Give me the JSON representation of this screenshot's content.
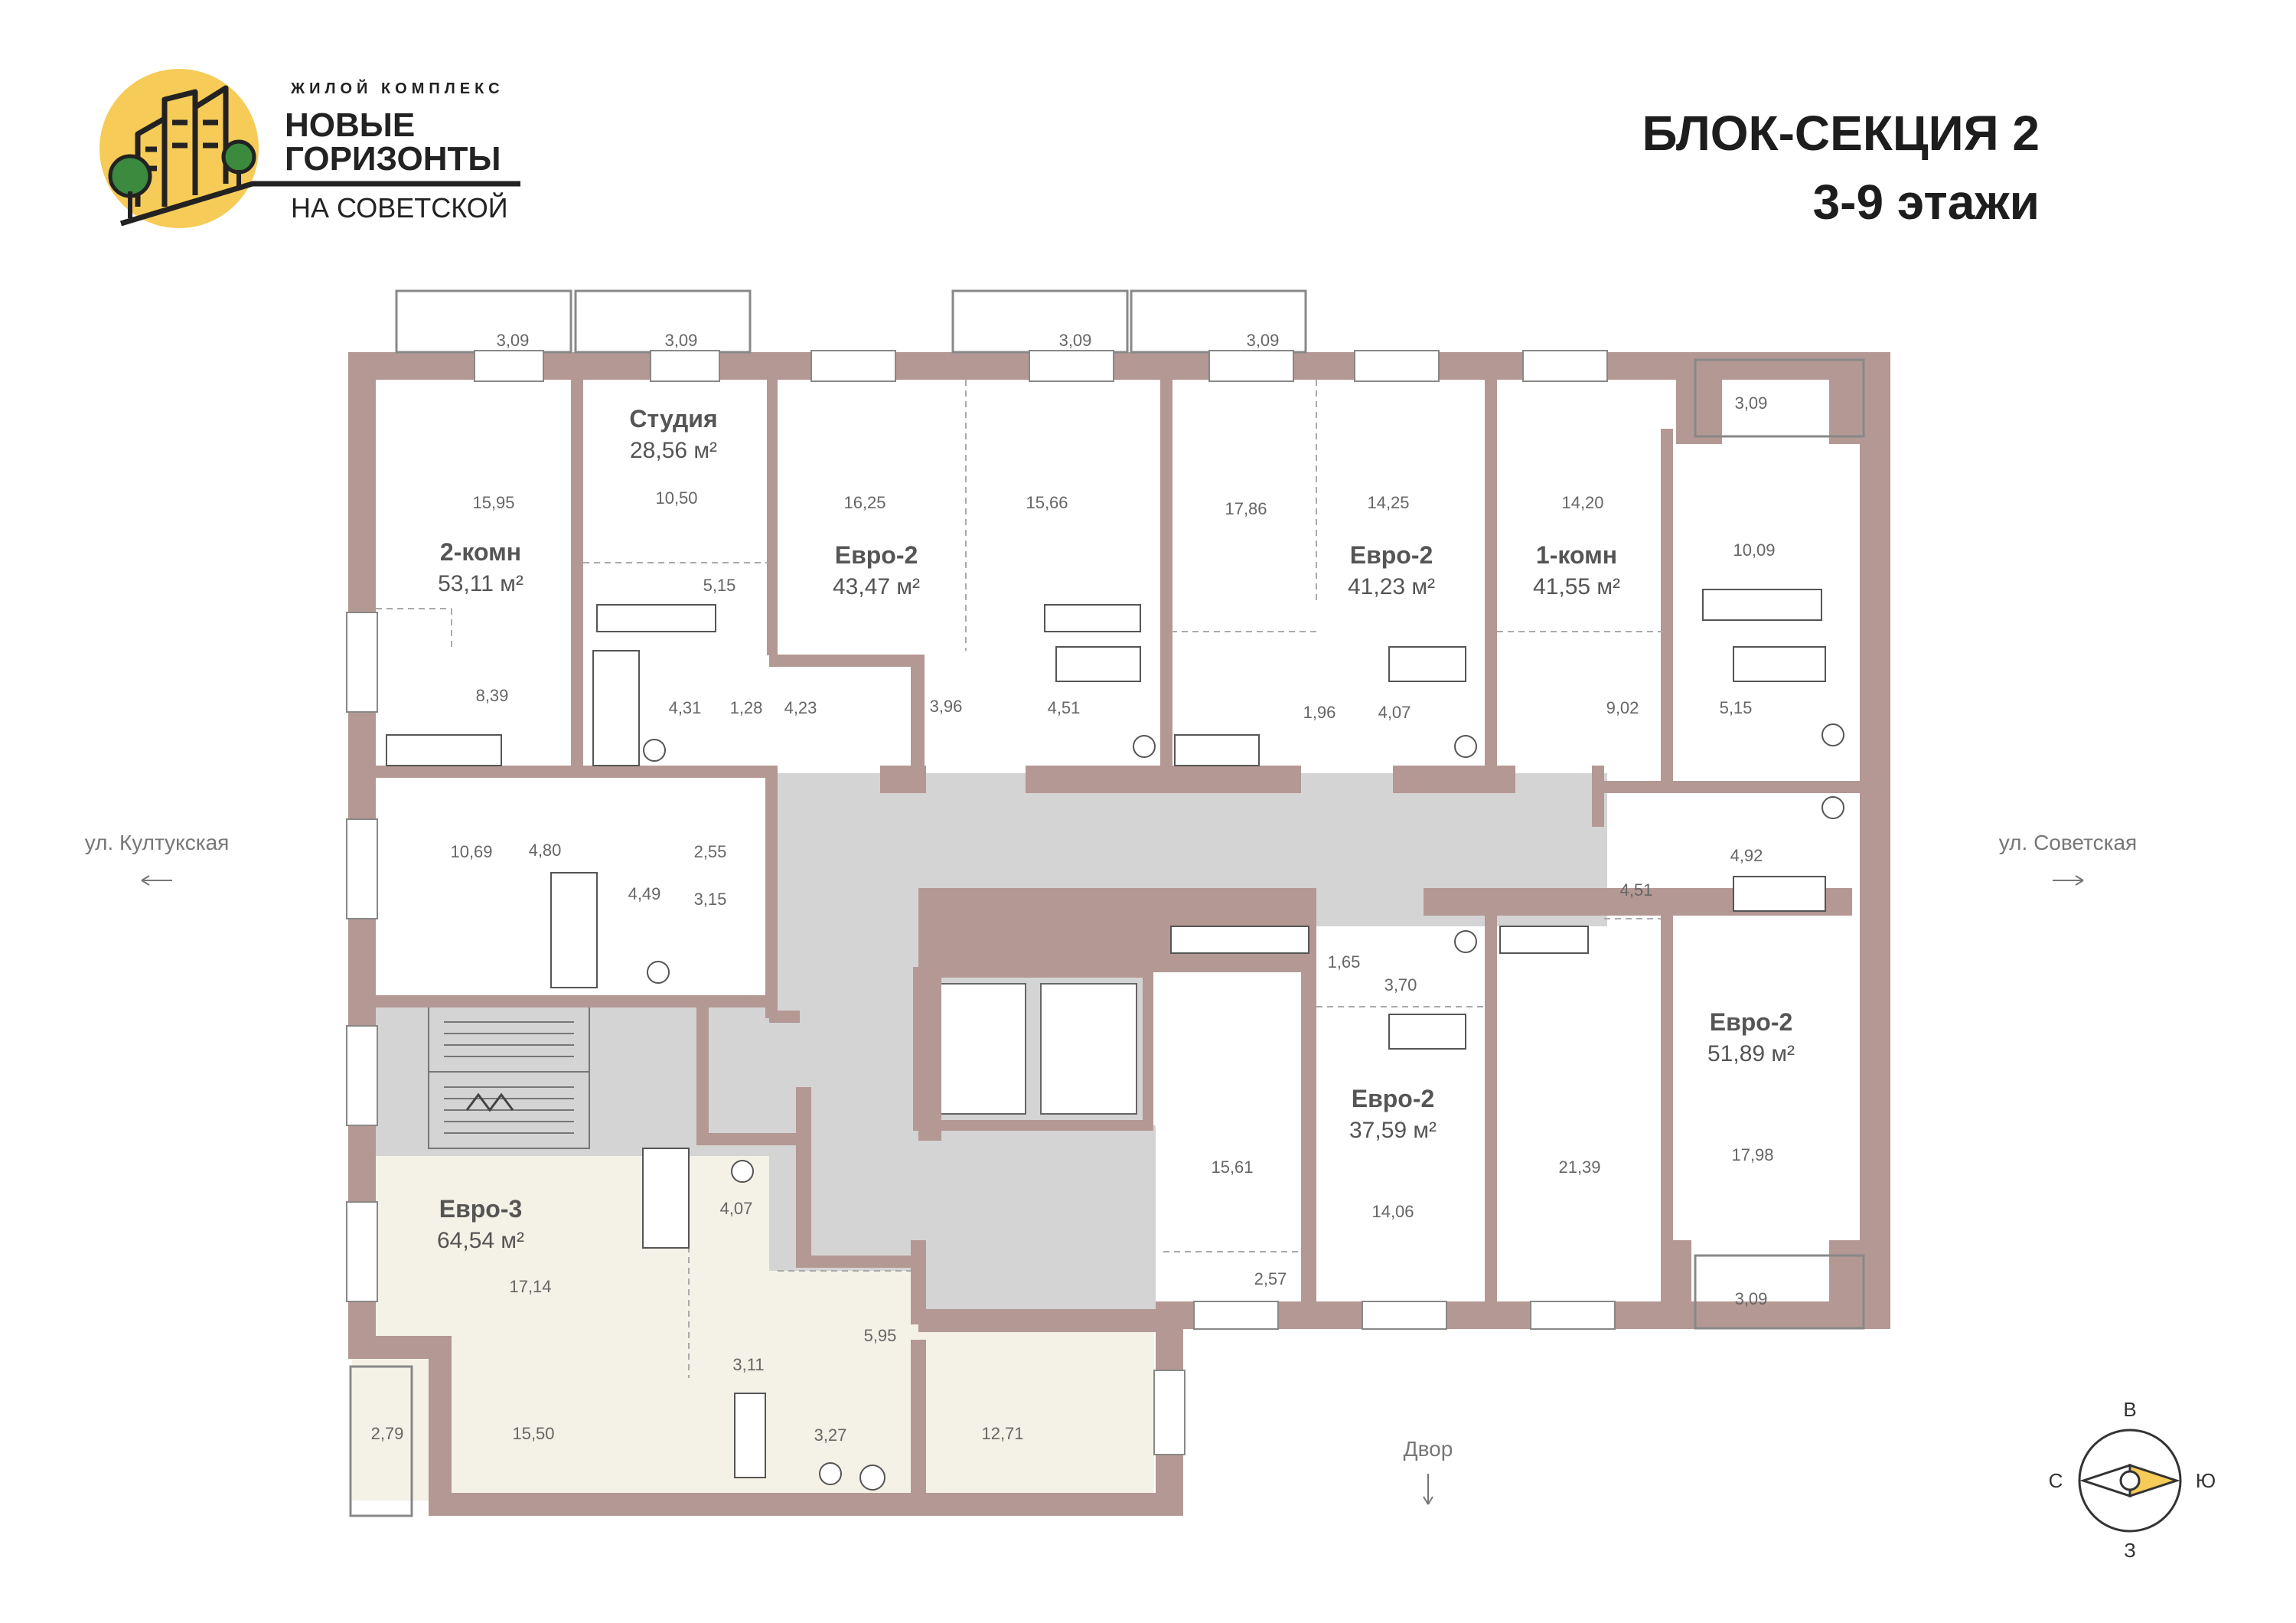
{
  "logo": {
    "small": "ЖИЛОЙ КОМПЛЕКС",
    "line1": "НОВЫЕ",
    "line2": "ГОРИЗОНТЫ",
    "line3": "НА СОВЕТСКОЙ",
    "accent_color": "#f6cb57",
    "green_color": "#3b8a3e"
  },
  "header": {
    "title": "БЛОК-СЕКЦИЯ 2",
    "subtitle": "3-9 этажи"
  },
  "apartments": [
    {
      "type": "Студия",
      "area": "28,56 м²"
    },
    {
      "type": "2-комн",
      "area": "53,11 м²"
    },
    {
      "type": "Евро-2",
      "area": "43,47 м²"
    },
    {
      "type": "Евро-2",
      "area": "41,23 м²"
    },
    {
      "type": "1-комн",
      "area": "41,55 м²"
    },
    {
      "type": "Евро-2",
      "area": "51,89 м²"
    },
    {
      "type": "Евро-2",
      "area": "37,59 м²"
    },
    {
      "type": "Евро-3",
      "area": "64,54 м²"
    }
  ],
  "rooms": [
    "3,09",
    "3,09",
    "3,09",
    "3,09",
    "3,09",
    "3,09",
    "15,95",
    "10,50",
    "5,15",
    "8,39",
    "4,31",
    "1,28",
    "4,23",
    "16,25",
    "15,66",
    "3,96",
    "4,51",
    "17,86",
    "14,25",
    "1,96",
    "4,07",
    "14,20",
    "10,09",
    "9,02",
    "5,15",
    "10,69",
    "4,80",
    "2,55",
    "4,49",
    "3,15",
    "4,92",
    "4,51",
    "1,65",
    "3,70",
    "15,61",
    "14,06",
    "21,39",
    "17,98",
    "2,57",
    "4,07",
    "17,14",
    "5,95",
    "3,11",
    "15,50",
    "3,27",
    "12,71",
    "2,79"
  ],
  "streets": {
    "left": "ул. Култукская",
    "right": "ул. Советская",
    "bottom": "Двор"
  },
  "compass": {
    "n": "В",
    "s": "З",
    "w": "С",
    "e": "Ю"
  },
  "colors": {
    "wall": "#b49893",
    "core": "#d4d4d4",
    "highlight": "#f4f1e6"
  }
}
